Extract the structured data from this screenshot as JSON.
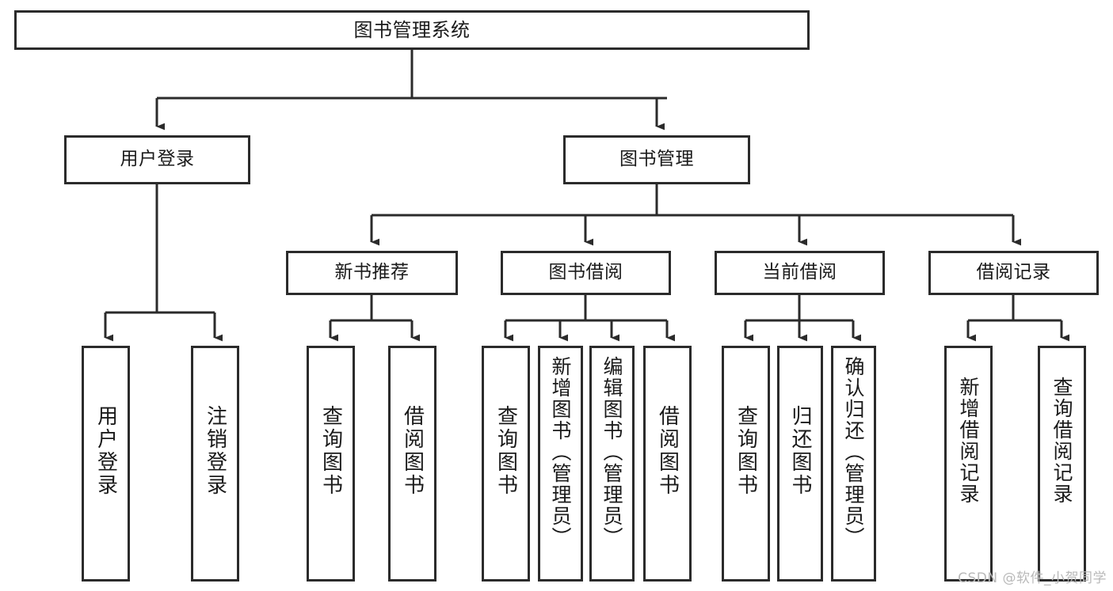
{
  "diagram": {
    "title": "图书管理系统",
    "type": "tree-hierarchy",
    "watermark": "CSDN @软件_小贺同学",
    "colors": {
      "background": "#ffffff",
      "box_border": "#2b2b2b",
      "box_fill": "#ffffff",
      "edge": "#2b2b2b",
      "text": "#1a1a1a",
      "watermark": "#b9b9b9"
    },
    "nodes": {
      "root": {
        "label": "图书管理系统"
      },
      "level2": [
        {
          "id": "user-login",
          "label": "用户登录"
        },
        {
          "id": "book-manage",
          "label": "图书管理"
        }
      ],
      "level3": [
        {
          "id": "new-book-recommend",
          "label": "新书推荐"
        },
        {
          "id": "book-borrow",
          "label": "图书借阅"
        },
        {
          "id": "current-borrow",
          "label": "当前借阅"
        },
        {
          "id": "borrow-record",
          "label": "借阅记录"
        }
      ],
      "leaves": [
        {
          "id": "leaf-user-login",
          "label": "用户登录",
          "parent": "user-login"
        },
        {
          "id": "leaf-logout-login",
          "label": "注销登录",
          "parent": "user-login"
        },
        {
          "id": "leaf-query-book-1",
          "label": "查询图书",
          "parent": "new-book-recommend"
        },
        {
          "id": "leaf-borrow-book-1",
          "label": "借阅图书",
          "parent": "new-book-recommend"
        },
        {
          "id": "leaf-query-book-2",
          "label": "查询图书",
          "parent": "book-borrow"
        },
        {
          "id": "leaf-add-book",
          "label": "新增图书（管理员）",
          "parent": "book-borrow"
        },
        {
          "id": "leaf-edit-book",
          "label": "编辑图书（管理员）",
          "parent": "book-borrow"
        },
        {
          "id": "leaf-borrow-book-2",
          "label": "借阅图书",
          "parent": "book-borrow"
        },
        {
          "id": "leaf-query-book-3",
          "label": "查询图书",
          "parent": "current-borrow"
        },
        {
          "id": "leaf-return-book",
          "label": "归还图书",
          "parent": "current-borrow"
        },
        {
          "id": "leaf-confirm-return",
          "label": "确认归还（管理员）",
          "parent": "current-borrow"
        },
        {
          "id": "leaf-add-record",
          "label": "新增借阅记录",
          "parent": "borrow-record"
        },
        {
          "id": "leaf-query-record",
          "label": "查询借阅记录",
          "parent": "borrow-record"
        }
      ]
    }
  }
}
